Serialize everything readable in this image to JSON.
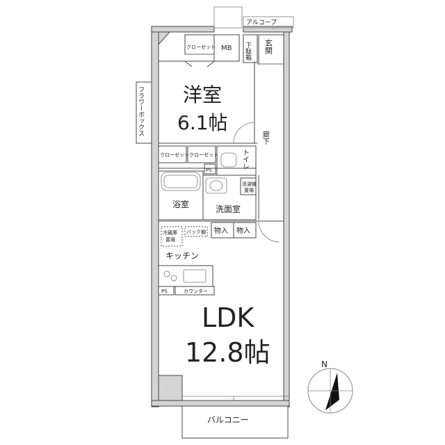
{
  "rooms": {
    "western_room": {
      "name": "洋室",
      "size": "6.1帖"
    },
    "ldk": {
      "name": "LDK",
      "size": "12.8帖"
    },
    "bathroom": "浴室",
    "washroom": "洗面室",
    "kitchen": "キッチン",
    "toilet": "トイレ",
    "corridor": "廊下",
    "entrance": "玄関",
    "balcony": "バルコニー",
    "alcove": "アルコーブ",
    "flower_box": "フラワーボックス"
  },
  "labels": {
    "closet_top": "クローゼット",
    "closet_left": "クローゼット",
    "closet_right": "クローゼット",
    "mb": "MB",
    "shoe_box": "下駄箱",
    "ps_top": "PS",
    "ps_bottom": "PS",
    "laundry_line1": "洗濯機",
    "laundry_line2": "置場",
    "storage_1": "物入",
    "storage_2": "物入",
    "fridge_line1": "冷蔵庫",
    "fridge_line2": "置場",
    "back_shelf": "バック棚",
    "counter": "カウンター"
  },
  "compass": {
    "north": "N"
  }
}
